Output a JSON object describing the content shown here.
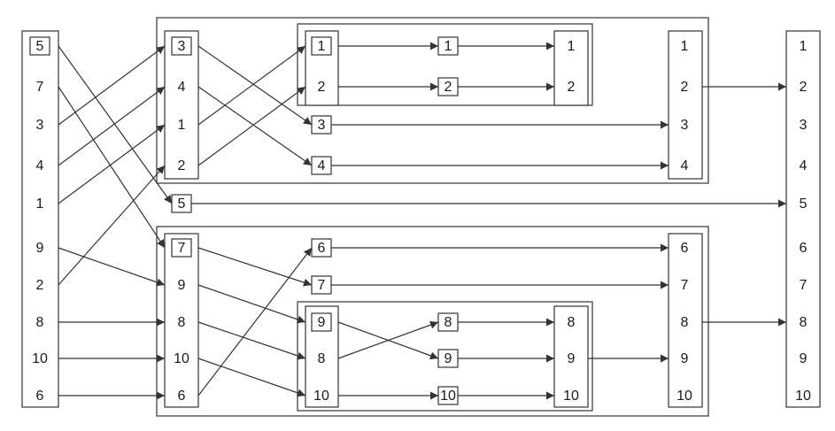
{
  "columns": [
    {
      "id": "input-array",
      "values": [
        "5",
        "7",
        "3",
        "4",
        "1",
        "9",
        "2",
        "8",
        "10",
        "6"
      ],
      "pivot": "5"
    },
    {
      "id": "left-partition",
      "values": [
        "3",
        "4",
        "1",
        "2"
      ],
      "pivot": "3"
    },
    {
      "id": "pivot-5",
      "values": [
        "5"
      ],
      "pivot": "5"
    },
    {
      "id": "right-partition",
      "values": [
        "7",
        "9",
        "8",
        "10",
        "6"
      ],
      "pivot": "7"
    },
    {
      "id": "left-left-partition",
      "values": [
        "1",
        "2"
      ],
      "pivot": "1"
    },
    {
      "id": "pivot-3",
      "values": [
        "3"
      ],
      "pivot": "3"
    },
    {
      "id": "pivot-4",
      "values": [
        "4"
      ],
      "pivot": "4"
    },
    {
      "id": "pivot-6",
      "values": [
        "6"
      ],
      "pivot": "6"
    },
    {
      "id": "pivot-7",
      "values": [
        "7"
      ],
      "pivot": "7"
    },
    {
      "id": "right-right-partition",
      "values": [
        "9",
        "8",
        "10"
      ],
      "pivot": "9"
    },
    {
      "id": "pivot-1",
      "values": [
        "1"
      ],
      "pivot": "1"
    },
    {
      "id": "pivot-2",
      "values": [
        "2"
      ],
      "pivot": "2"
    },
    {
      "id": "pivot-8",
      "values": [
        "8"
      ],
      "pivot": "8"
    },
    {
      "id": "pivot-9",
      "values": [
        "9"
      ],
      "pivot": "9"
    },
    {
      "id": "pivot-10",
      "values": [
        "10"
      ],
      "pivot": "10"
    },
    {
      "id": "merged-1-2",
      "values": [
        "1",
        "2"
      ]
    },
    {
      "id": "merged-8-10",
      "values": [
        "8",
        "9",
        "10"
      ]
    },
    {
      "id": "merged-1-4",
      "values": [
        "1",
        "2",
        "3",
        "4"
      ]
    },
    {
      "id": "merged-6-10",
      "values": [
        "6",
        "7",
        "8",
        "9",
        "10"
      ]
    },
    {
      "id": "output-array",
      "values": [
        "1",
        "2",
        "3",
        "4",
        "5",
        "6",
        "7",
        "8",
        "9",
        "10"
      ]
    }
  ]
}
